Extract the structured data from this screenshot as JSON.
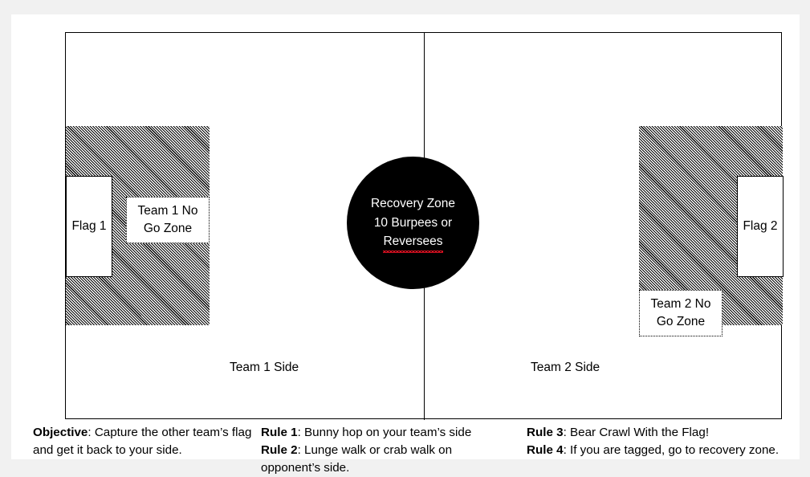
{
  "document": {
    "background_color": "#f1f1f1",
    "page_color": "#ffffff"
  },
  "field": {
    "border_color": "#000000",
    "center_line_name": "center-divider"
  },
  "team1": {
    "flag_label": "Flag 1",
    "nogo_line1": "Team 1 No",
    "nogo_line2": "Go Zone",
    "side_label": "Team 1 Side"
  },
  "team2": {
    "flag_label": "Flag 2",
    "nogo_line1": "Team 2 No",
    "nogo_line2": "Go Zone",
    "side_label": "Team 2 Side"
  },
  "recovery_zone": {
    "line1": "Recovery Zone",
    "line2": "10 Burpees or",
    "line3": "Reversees",
    "fill_color": "#000000",
    "text_color": "#ffffff",
    "spellcheck_underline_color": "#e81123"
  },
  "captions": {
    "objective": {
      "label": "Objective",
      "text": ": Capture the other team’s flag and get it back to your side."
    },
    "rule1": {
      "label": "Rule 1",
      "text": ": Bunny hop on your team’s side"
    },
    "rule2": {
      "label": "Rule 2",
      "text": ": Lunge walk or crab walk on opponent’s side."
    },
    "rule3": {
      "label": "Rule 3",
      "text": ": Bear Crawl With the Flag!"
    },
    "rule4": {
      "label": "Rule 4",
      "text": ": If you are tagged, go to recovery zone."
    }
  }
}
